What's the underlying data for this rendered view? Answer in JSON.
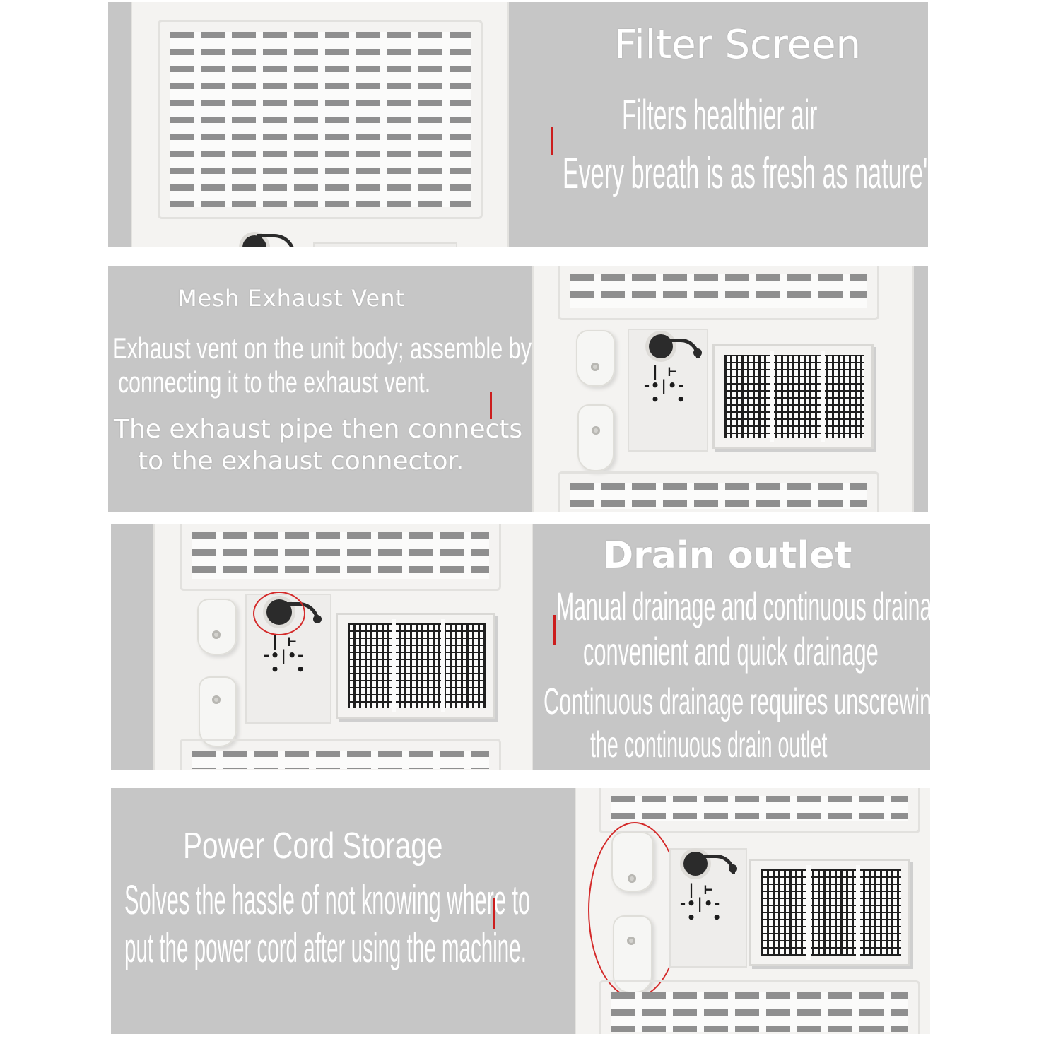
{
  "panels": [
    {
      "title": "Filter Screen",
      "lines": [
        "Filters healthier air",
        "Every breath is as fresh as nature's"
      ]
    },
    {
      "title": "Mesh Exhaust Vent",
      "lines": [
        "Exhaust vent on the unit body; assemble by",
        "connecting it to the exhaust vent.",
        "The exhaust pipe then connects",
        "to the exhaust connector."
      ]
    },
    {
      "title": "Drain outlet",
      "lines": [
        "Manual drainage and continuous drainage,",
        "convenient and quick drainage",
        "Continuous drainage requires unscrewing",
        "the continuous drain outlet"
      ]
    },
    {
      "title": "Power Cord Storage",
      "lines": [
        "Solves the hassle of not knowing where to",
        "put the power cord after using the machine."
      ]
    }
  ],
  "colors": {
    "panel_bg": "#c6c6c6",
    "text": "#ffffff",
    "highlight": "#d42a2a"
  }
}
